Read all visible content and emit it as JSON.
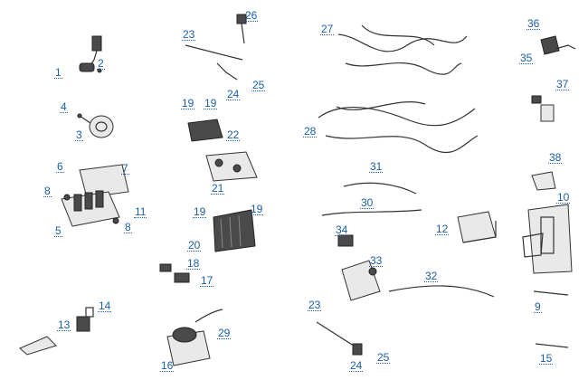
{
  "callouts": [
    {
      "id": "c1",
      "label": "1"
    },
    {
      "id": "c2",
      "label": "2"
    },
    {
      "id": "c3",
      "label": "3"
    },
    {
      "id": "c4",
      "label": "4"
    },
    {
      "id": "c5",
      "label": "5"
    },
    {
      "id": "c6",
      "label": "6"
    },
    {
      "id": "c7",
      "label": "7"
    },
    {
      "id": "c8a",
      "label": "8"
    },
    {
      "id": "c8b",
      "label": "8"
    },
    {
      "id": "c9",
      "label": "9"
    },
    {
      "id": "c10",
      "label": "10"
    },
    {
      "id": "c11",
      "label": "11"
    },
    {
      "id": "c12",
      "label": "12"
    },
    {
      "id": "c13",
      "label": "13"
    },
    {
      "id": "c14",
      "label": "14"
    },
    {
      "id": "c15",
      "label": "15"
    },
    {
      "id": "c16",
      "label": "16"
    },
    {
      "id": "c17",
      "label": "17"
    },
    {
      "id": "c18",
      "label": "18"
    },
    {
      "id": "c19a",
      "label": "19"
    },
    {
      "id": "c19b",
      "label": "19"
    },
    {
      "id": "c19c",
      "label": "19"
    },
    {
      "id": "c19d",
      "label": "19"
    },
    {
      "id": "c20",
      "label": "20"
    },
    {
      "id": "c21",
      "label": "21"
    },
    {
      "id": "c22",
      "label": "22"
    },
    {
      "id": "c23a",
      "label": "23"
    },
    {
      "id": "c23b",
      "label": "23"
    },
    {
      "id": "c24a",
      "label": "24"
    },
    {
      "id": "c24b",
      "label": "24"
    },
    {
      "id": "c25a",
      "label": "25"
    },
    {
      "id": "c25b",
      "label": "25"
    },
    {
      "id": "c26",
      "label": "26"
    },
    {
      "id": "c27",
      "label": "27"
    },
    {
      "id": "c28",
      "label": "28"
    },
    {
      "id": "c29",
      "label": "29"
    },
    {
      "id": "c30",
      "label": "30"
    },
    {
      "id": "c31",
      "label": "31"
    },
    {
      "id": "c32",
      "label": "32"
    },
    {
      "id": "c33",
      "label": "33"
    },
    {
      "id": "c34",
      "label": "34"
    },
    {
      "id": "c35",
      "label": "35"
    },
    {
      "id": "c36",
      "label": "36"
    },
    {
      "id": "c37",
      "label": "37"
    },
    {
      "id": "c38",
      "label": "38"
    }
  ]
}
